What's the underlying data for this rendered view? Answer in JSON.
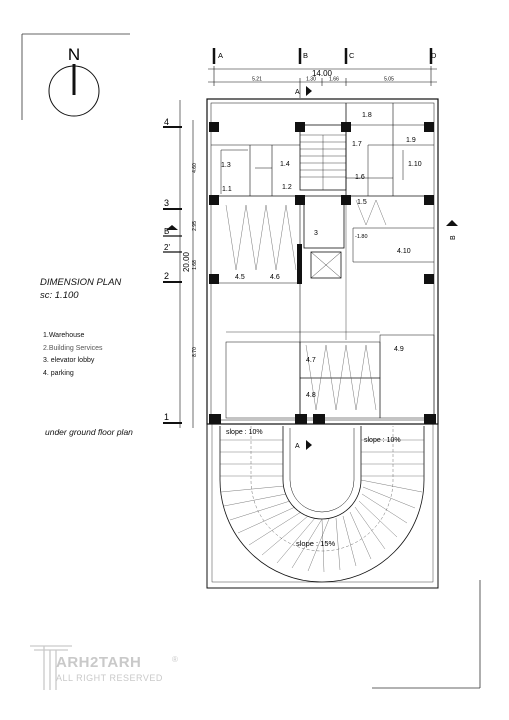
{
  "north_label": "N",
  "grid": {
    "columns": [
      "A",
      "B",
      "C",
      "D"
    ],
    "rows": [
      "4",
      "3",
      "B'",
      "2'",
      "2",
      "1"
    ],
    "section_labels": [
      "A",
      "A",
      "B",
      "B"
    ]
  },
  "dimensions": {
    "overall_width": "14.00",
    "overall_depth": "20.00",
    "horizontal": [
      "5.21",
      "1.30",
      "1.66",
      "5.05"
    ],
    "vertical": [
      "4.60",
      "2.95",
      "1.68",
      "8.70"
    ]
  },
  "rooms": [
    "1.1",
    "1.2",
    "1.3",
    "1.4",
    "1.5",
    "1.6",
    "1.7",
    "1.8",
    "1.9",
    "1.10",
    "3",
    "4.5",
    "4.6",
    "4.7",
    "4.8",
    "4.9",
    "4.10"
  ],
  "slopes": [
    "slope : 10%",
    "slope : 10%",
    "slope : 15%"
  ],
  "elevation_note": "-1.80",
  "legend": {
    "title": "DIMENSION PLAN",
    "scale": "sc: 1.100",
    "items": [
      "1.Warehouse",
      "2.Building Services",
      "3. elevator lobby",
      "4. parking"
    ]
  },
  "caption": "under ground floor plan",
  "brand": {
    "name": "ARH2TARH",
    "tagline": "ALL RIGHT RESERVED",
    "mark": "®"
  }
}
